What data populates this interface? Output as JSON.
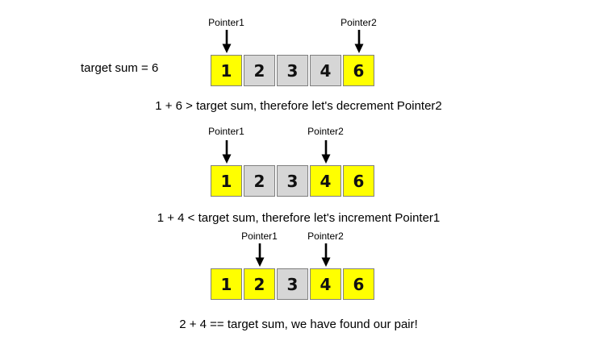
{
  "title": "two-pointer-pair-sum-diagram",
  "target_label": "target sum = 6",
  "colors": {
    "highlight": "#ffff00",
    "cell_gray": "#d6d6d6",
    "cell_border": "#7f7f7f",
    "arrow": "#000000",
    "background": "#ffffff",
    "text": "#000000"
  },
  "array_values": [
    "1",
    "2",
    "3",
    "4",
    "6"
  ],
  "steps": [
    {
      "pointers": [
        {
          "label": "Pointer1",
          "cell_index": 0
        },
        {
          "label": "Pointer2",
          "cell_index": 4
        }
      ],
      "cells": [
        {
          "value": "1",
          "highlight": true
        },
        {
          "value": "2",
          "highlight": false
        },
        {
          "value": "3",
          "highlight": false
        },
        {
          "value": "4",
          "highlight": false
        },
        {
          "value": "6",
          "highlight": true
        }
      ],
      "caption": "1 + 6 > target sum, therefore let's decrement Pointer2"
    },
    {
      "pointers": [
        {
          "label": "Pointer1",
          "cell_index": 0
        },
        {
          "label": "Pointer2",
          "cell_index": 3
        }
      ],
      "cells": [
        {
          "value": "1",
          "highlight": true
        },
        {
          "value": "2",
          "highlight": false
        },
        {
          "value": "3",
          "highlight": false
        },
        {
          "value": "4",
          "highlight": true
        },
        {
          "value": "6",
          "highlight": true
        }
      ],
      "caption": "1 + 4 < target sum, therefore let's increment Pointer1"
    },
    {
      "pointers": [
        {
          "label": "Pointer1",
          "cell_index": 1
        },
        {
          "label": "Pointer2",
          "cell_index": 3
        }
      ],
      "cells": [
        {
          "value": "1",
          "highlight": true
        },
        {
          "value": "2",
          "highlight": true
        },
        {
          "value": "3",
          "highlight": false
        },
        {
          "value": "4",
          "highlight": true
        },
        {
          "value": "6",
          "highlight": true
        }
      ],
      "caption": "2 + 4 == target sum, we have found our pair!"
    }
  ]
}
